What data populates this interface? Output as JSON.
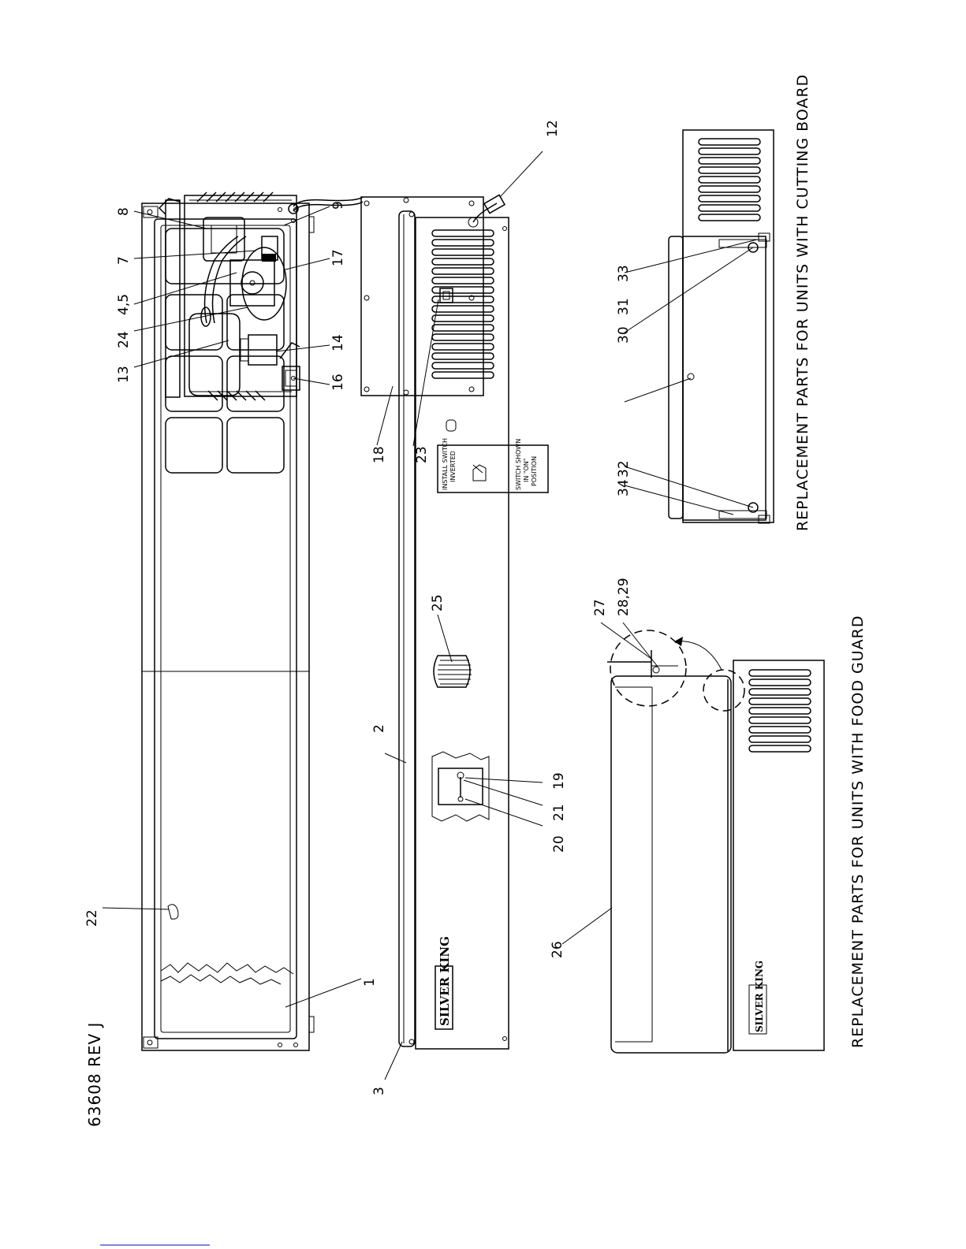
{
  "document": {
    "number": "63608 REV J",
    "caption_food_guard": "REPLACEMENT PARTS FOR UNITS WITH FOOD GUARD",
    "caption_cutting_board": "REPLACEMENT PARTS FOR UNITS WITH CUTTING BOARD"
  },
  "switch_label": {
    "line1": "INSTALL SWITCH",
    "line2": "INVERTED",
    "line3": "SWITCH SHOWN",
    "line4": "IN \"ON\"",
    "line5": "POSITION"
  },
  "brand": "SILVER KING",
  "callouts": [
    "1",
    "2",
    "3",
    "4,5",
    "7",
    "8",
    "9",
    "12",
    "13",
    "14",
    "16",
    "17",
    "18",
    "19",
    "20",
    "21",
    "22",
    "23",
    "24",
    "25",
    "26",
    "27",
    "28,29",
    "30",
    "31",
    "32",
    "33",
    "34"
  ],
  "colors": {
    "ink": "#000000",
    "paper": "#ffffff",
    "link": "#0000ff"
  }
}
